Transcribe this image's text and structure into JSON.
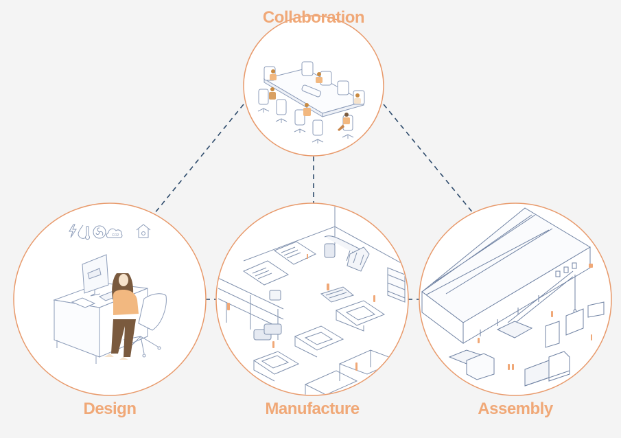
{
  "colors": {
    "background": "#f4f4f4",
    "label": "#f0a877",
    "circle_stroke": "#e8996a",
    "circle_fill": "#ffffff",
    "connector": "#2d4a6b",
    "line_art": "#8b9bb8",
    "figure_accent": "#f2b880",
    "figure_dark": "#7a5a3e"
  },
  "nodes": {
    "collaboration": {
      "label": "Collaboration",
      "scene": "conference-room-meeting"
    },
    "design": {
      "label": "Design",
      "scene": "designer-at-desk",
      "icons": [
        "lightning-icon",
        "humidity-thermometer-icon",
        "fan-icon",
        "co2-cloud-icon",
        "smart-home-icon"
      ],
      "co2_text": "CO2"
    },
    "manufacture": {
      "label": "Manufacture",
      "scene": "factory-floor"
    },
    "assembly": {
      "label": "Assembly",
      "scene": "construction-site-crane"
    }
  },
  "connections": [
    {
      "from": "collaboration",
      "to": "design",
      "style": "dashed"
    },
    {
      "from": "collaboration",
      "to": "manufacture",
      "style": "dashed"
    },
    {
      "from": "collaboration",
      "to": "assembly",
      "style": "dashed"
    },
    {
      "from": "design",
      "to": "manufacture",
      "style": "dashed"
    },
    {
      "from": "manufacture",
      "to": "assembly",
      "style": "dashed"
    }
  ]
}
